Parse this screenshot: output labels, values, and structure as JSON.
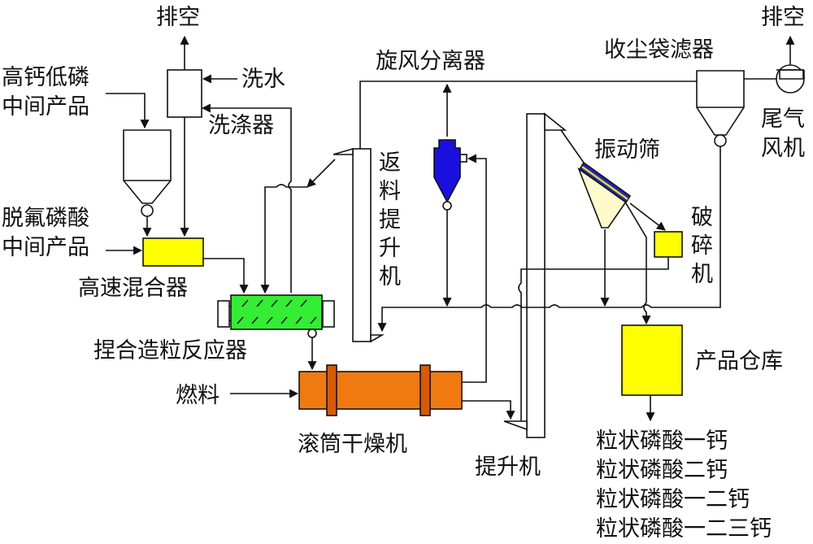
{
  "labels": {
    "exhaust_left": "排空",
    "exhaust_right": "排空",
    "high_ca_low_p_1": "高钙低磷",
    "high_ca_low_p_2": "中间产品",
    "wash_water": "洗水",
    "scrubber": "洗涤器",
    "cyclone": "旋风分离器",
    "bag_filter": "收尘袋滤器",
    "tail_fan_1": "尾气",
    "tail_fan_2": "风机",
    "defluor_acid_1": "脱氟磷酸",
    "defluor_acid_2": "中间产品",
    "high_speed_mixer": "高速混合器",
    "return_elevator": [
      "返",
      "料",
      "提",
      "升",
      "机"
    ],
    "vibrating_screen": "振动筛",
    "crusher": [
      "破",
      "碎",
      "机"
    ],
    "kneading_reactor": "捏合造粒反应器",
    "fuel": "燃料",
    "rotary_dryer": "滚筒干燥机",
    "elevator": "提升机",
    "product_silo": "产品仓库",
    "products": [
      "粒状磷酸一钙",
      "粒状磷酸二钙",
      "粒状磷酸一二钙",
      "粒状磷酸一二三钙"
    ]
  },
  "colors": {
    "line": "#111111",
    "mixer": "#ffff00",
    "reactor": "#33ee33",
    "cyclone": "#1a10e0",
    "dryer": "#f07a10",
    "dryer_ring": "#d85a00",
    "screen_frame": "#fffacc",
    "screen_deck": "#2020d0",
    "screen_deck_edge": "#e0e000",
    "crusher": "#ffff00",
    "silo": "#ffff00"
  }
}
